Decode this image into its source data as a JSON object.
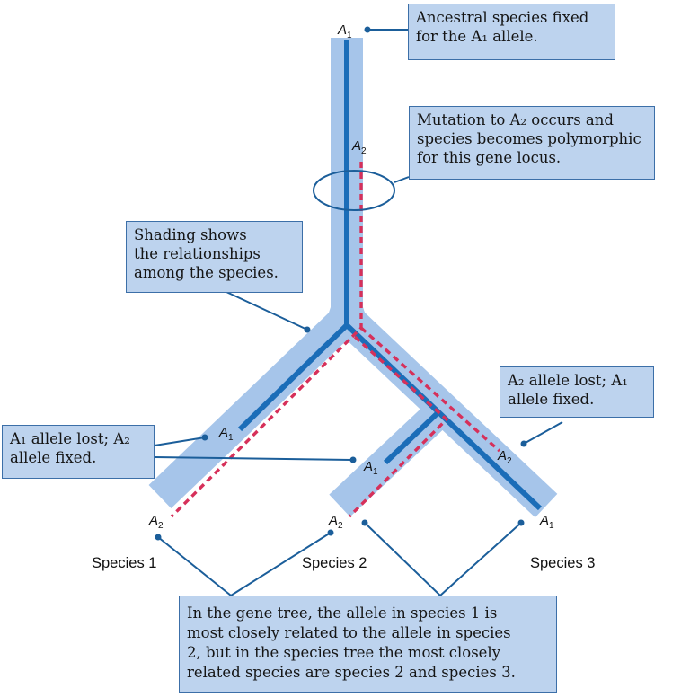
{
  "colors": {
    "species_band": "#a6c5ea",
    "gene_tree_line": "#1b6db8",
    "allele_a2_dash": "#d6305a",
    "callout_box": "#bdd3ee",
    "leader_line": "#1b5e9a"
  },
  "alleles": {
    "top": {
      "letter": "A",
      "sub": "1"
    },
    "mutation": {
      "letter": "A",
      "sub": "2"
    },
    "sp1_branch": {
      "letter": "A",
      "sub": "1"
    },
    "sp2_branch": {
      "letter": "A",
      "sub": "1"
    },
    "sp3_branch": {
      "letter": "A",
      "sub": "2"
    },
    "sp1_tip": {
      "letter": "A",
      "sub": "2"
    },
    "sp2_tip": {
      "letter": "A",
      "sub": "2"
    },
    "sp3_tip": {
      "letter": "A",
      "sub": "1"
    }
  },
  "species": [
    "Species 1",
    "Species 2",
    "Species 3"
  ],
  "callouts": {
    "ancestral": [
      "Ancestral species fixed",
      "for the A₁ allele."
    ],
    "mutation": [
      "Mutation to A₂ occurs and",
      "species becomes polymorphic",
      "for this gene locus."
    ],
    "shading": [
      "Shading shows",
      "the relationships",
      "among the species."
    ],
    "a2_lost": [
      "A₂ allele lost; A₁",
      "allele fixed."
    ],
    "a1_lost": [
      "A₁ allele lost; A₂",
      "allele fixed."
    ],
    "gene_tree": [
      "In the gene tree, the allele in species 1 is",
      "most closely related to the allele in species",
      "2, but in the species tree the most closely",
      "related species are species 2 and species 3."
    ]
  }
}
